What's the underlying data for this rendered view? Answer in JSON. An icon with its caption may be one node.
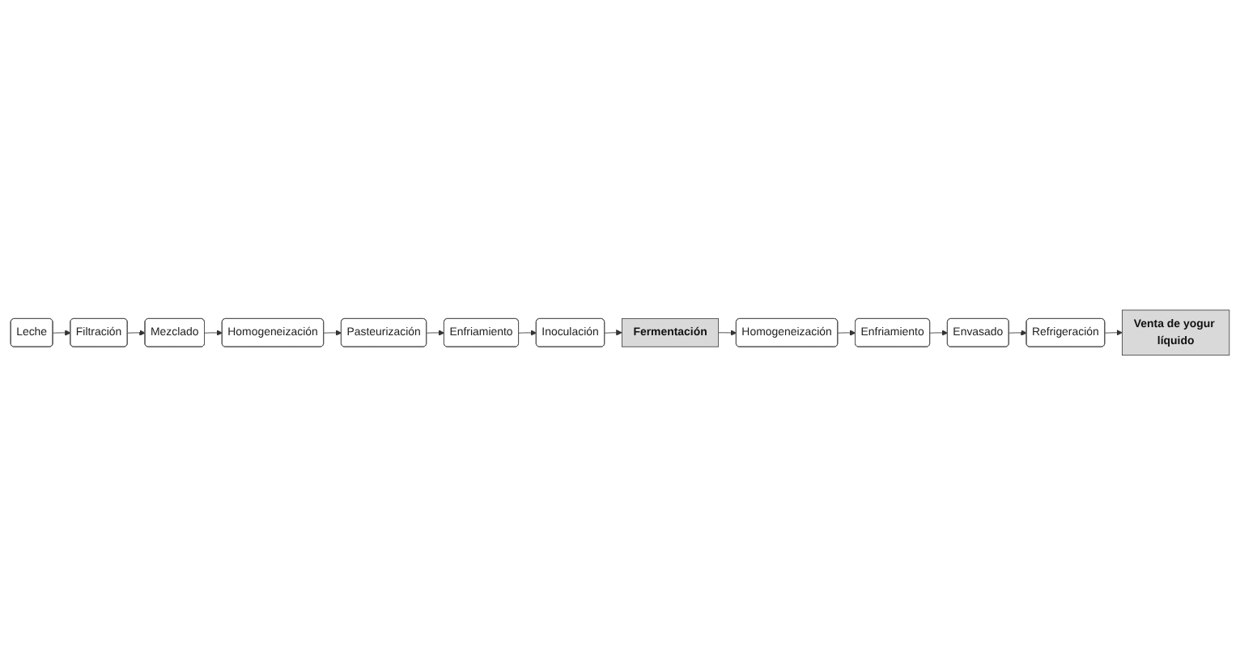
{
  "diagram": {
    "nodes": [
      {
        "text": [
          "Leche"
        ]
      },
      {
        "text": [
          "Filtración"
        ]
      },
      {
        "text": [
          "Mezclado"
        ]
      },
      {
        "text": [
          "Homogeneización"
        ]
      },
      {
        "text": [
          "Pasteurización"
        ]
      },
      {
        "text": [
          "Enfriamiento"
        ]
      },
      {
        "text": [
          "Inoculación"
        ]
      },
      {
        "text": [
          "Fermentación"
        ]
      },
      {
        "text": [
          "Homogeneización"
        ]
      },
      {
        "text": [
          "Enfriamiento"
        ]
      },
      {
        "text": [
          "Envasado"
        ]
      },
      {
        "text": [
          "Refrigeración"
        ]
      },
      {
        "text": [
          "Venta de yogur líquido"
        ]
      }
    ],
    "edges": [
      {
        "from": 0,
        "to": 1,
        "arrow": "to"
      },
      {
        "from": 1,
        "to": 2,
        "arrow": "to"
      },
      {
        "from": 2,
        "to": 3,
        "arrow": "to"
      },
      {
        "from": 3,
        "to": 4,
        "arrow": "to"
      },
      {
        "from": 4,
        "to": 5,
        "arrow": "to"
      },
      {
        "from": 5,
        "to": 6,
        "arrow": "to"
      },
      {
        "from": 6,
        "to": 7,
        "arrow": "to"
      },
      {
        "from": 7,
        "to": 8,
        "arrow": "to"
      },
      {
        "from": 8,
        "to": 9,
        "arrow": "to"
      },
      {
        "from": 9,
        "to": 10,
        "arrow": "to"
      },
      {
        "from": 10,
        "to": 11,
        "arrow": "to"
      },
      {
        "from": 11,
        "to": 12,
        "arrow": "to"
      }
    ]
  }
}
